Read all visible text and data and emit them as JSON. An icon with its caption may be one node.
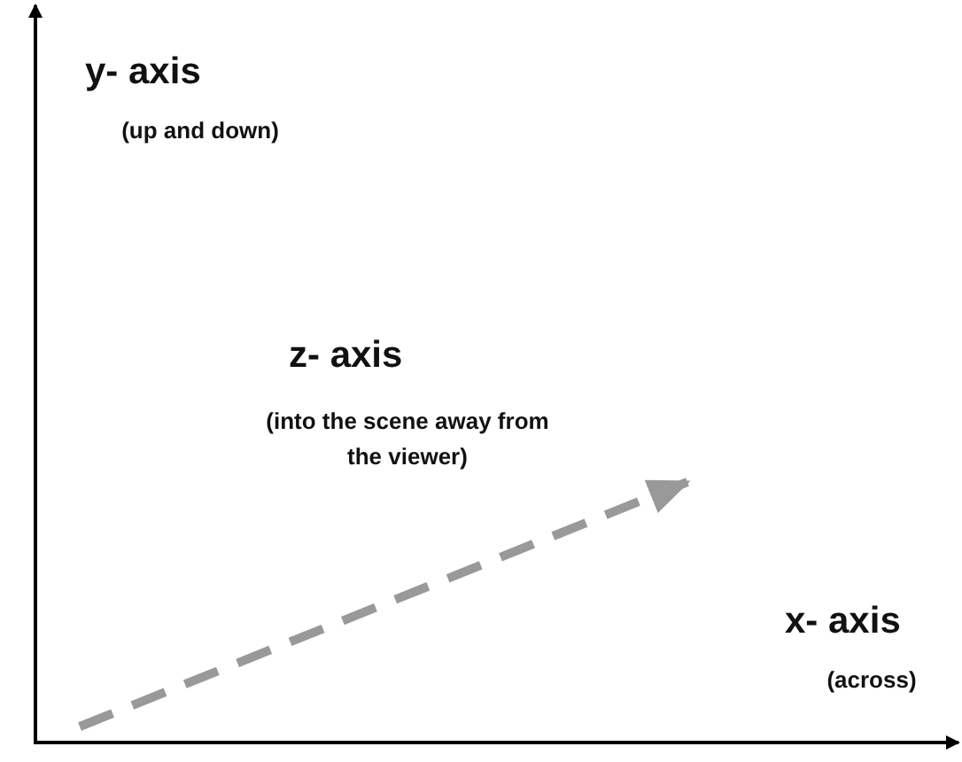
{
  "diagram": {
    "labels": [
      "y- axis",
      "(up and down)",
      "z- axis",
      "(into the scene away from the viewer)",
      "x- axis",
      "(across)"
    ]
  }
}
